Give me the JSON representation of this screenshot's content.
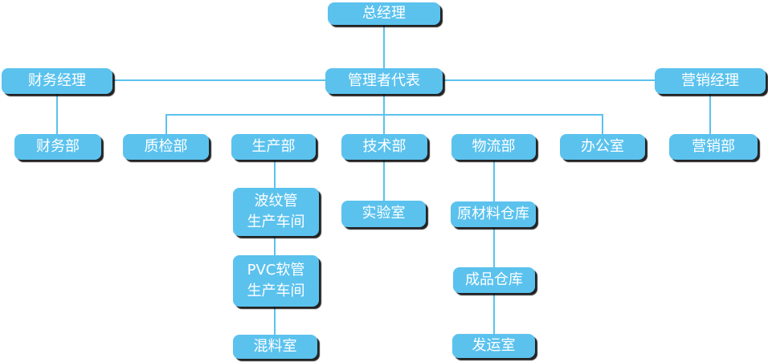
{
  "diagram": {
    "type": "org-chart",
    "background_color": "#FFFFFF",
    "node_fill_color": "#5BC2EE",
    "node_text_color": "#FFFFFF",
    "connector_color": "#5BC2EE",
    "shadow_color": "#0A0A0A",
    "nodes": {
      "general_manager": {
        "label": "总经理"
      },
      "finance_manager": {
        "label": "财务经理"
      },
      "management_representative": {
        "label": "管理者代表"
      },
      "marketing_manager": {
        "label": "营销经理"
      },
      "finance_dept": {
        "label": "财务部"
      },
      "quality_inspection_dept": {
        "label": "质检部"
      },
      "production_dept": {
        "label": "生产部"
      },
      "technical_dept": {
        "label": "技术部"
      },
      "logistics_dept": {
        "label": "物流部"
      },
      "office": {
        "label": "办公室"
      },
      "marketing_dept": {
        "label": "营销部"
      },
      "corrugated_pipe_workshop": {
        "label": "波纹管\n生产车间"
      },
      "pvc_hose_workshop": {
        "label": "PVC软管\n生产车间"
      },
      "mixing_room": {
        "label": "混料室"
      },
      "laboratory": {
        "label": "实验室"
      },
      "raw_material_warehouse": {
        "label": "原材料仓库"
      },
      "finished_goods_warehouse": {
        "label": "成品仓库"
      },
      "shipping_room": {
        "label": "发运室"
      }
    },
    "edges": [
      "总经理 → 管理者代表",
      "财务经理 — 管理者代表",
      "管理者代表 — 营销经理",
      "财务经理 → 财务部",
      "营销经理 → 营销部",
      "管理者代表 → 质检部",
      "管理者代表 → 生产部",
      "管理者代表 → 技术部",
      "管理者代表 → 物流部",
      "管理者代表 → 办公室",
      "生产部 → 波纹管生产车间",
      "波纹管生产车间 → PVC软管生产车间",
      "PVC软管生产车间 → 混料室",
      "技术部 → 实验室",
      "物流部 → 原材料仓库",
      "原材料仓库 → 成品仓库",
      "成品仓库 → 发运室"
    ]
  }
}
